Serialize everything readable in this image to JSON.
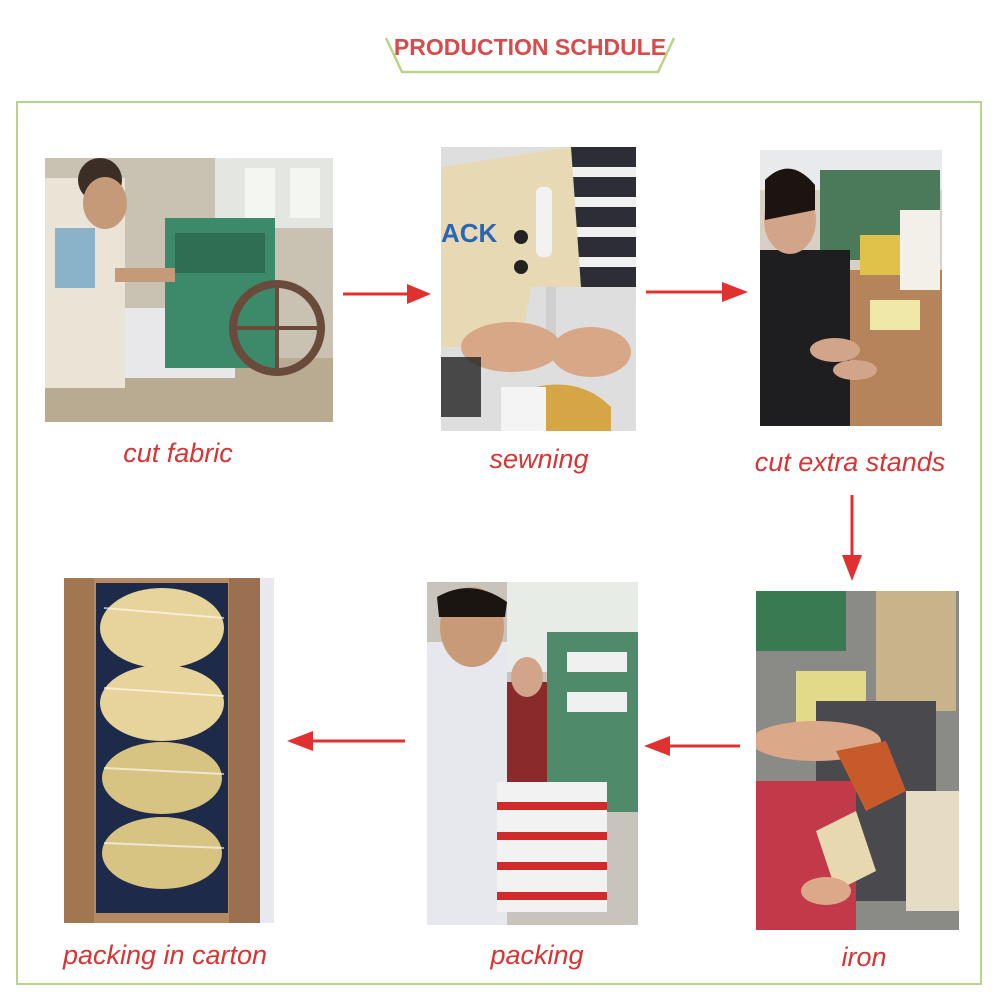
{
  "title": "PRODUCTION SCHDULE",
  "colors": {
    "title": "#d94a4a",
    "caption": "#d93434",
    "frame": "#b7d58a",
    "arrow": "#e03030"
  },
  "steps": [
    {
      "label": "cut fabric",
      "image": "photo-cutting-machine"
    },
    {
      "label": "sewning",
      "image": "photo-sewing-machine-jack"
    },
    {
      "label": "cut extra stands",
      "image": "photo-trimming-threads"
    },
    {
      "label": "iron",
      "image": "photo-ironing-gloves"
    },
    {
      "label": "packing",
      "image": "photo-bundling-gloves"
    },
    {
      "label": "packing in carton",
      "image": "photo-gloves-in-carton"
    }
  ],
  "photo_texts": {
    "sewing_machine_brand": "ACK"
  }
}
